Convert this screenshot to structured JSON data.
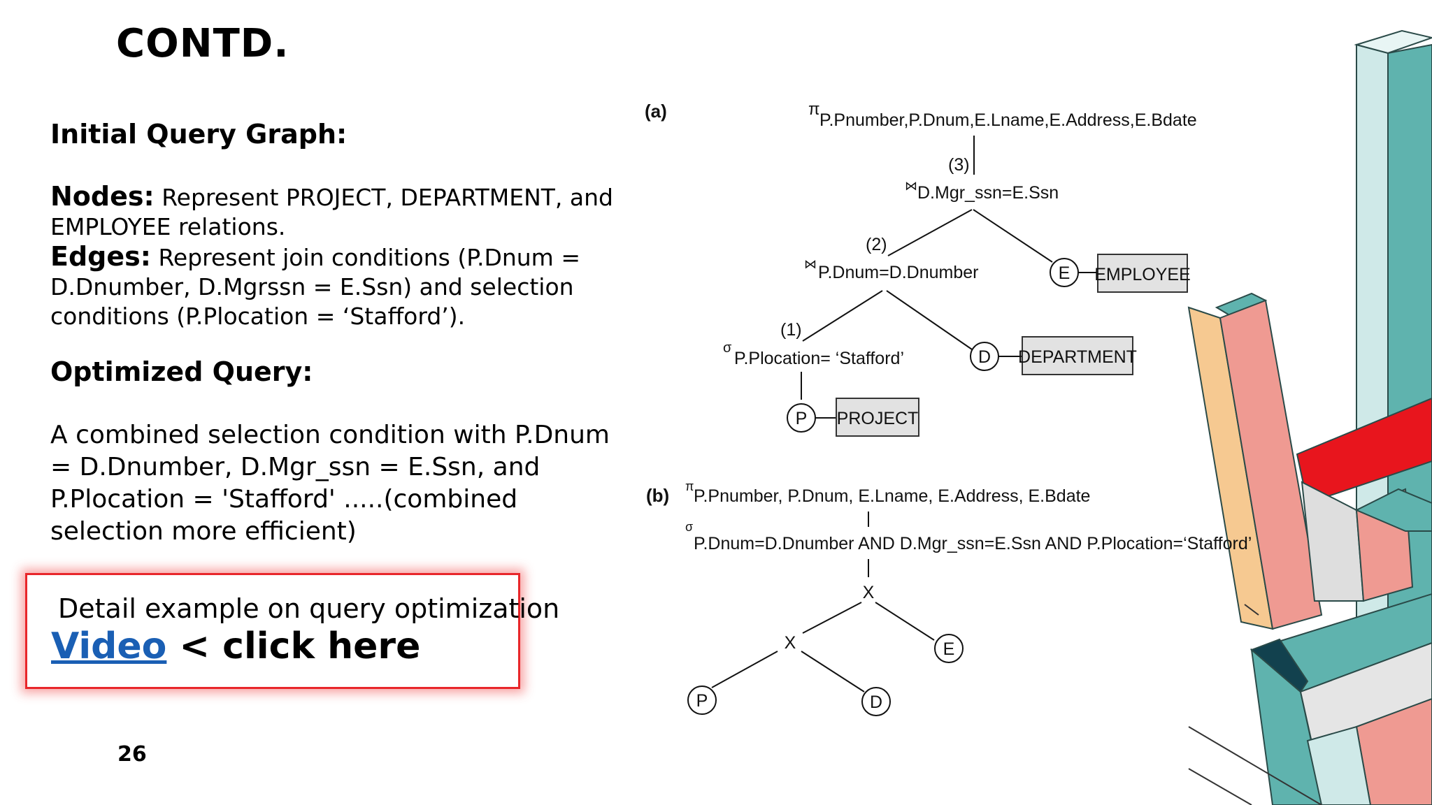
{
  "slide": {
    "title": "CONTD.",
    "page_number": "26"
  },
  "left": {
    "initial_heading": "Initial Query Graph:",
    "nodes_label": "Nodes:",
    "nodes_text": " Represent PROJECT, DEPARTMENT, and EMPLOYEE relations.",
    "edges_label": "Edges:",
    "edges_text": " Represent join conditions (P.Dnum = D.Dnumber, D.Mgrssn = E.Ssn) and selection conditions (P.Plocation = ‘Stafford’).",
    "optimized_heading": "Optimized Query:",
    "optimized_text": "A combined selection condition with P.Dnum = D.Dnumber, D.Mgr_ssn = E.Ssn, and P.Plocation = 'Stafford' .....(combined selection more efficient)"
  },
  "callout": {
    "line1": "Detail example on query optimization",
    "link_label": "Video",
    "suffix": " < click here"
  },
  "figure_a": {
    "label": "(a)",
    "pi_symbol": "π",
    "projection": "P.Pnumber,P.Dnum,E.Lname,E.Address,E.Bdate",
    "step3": "(3)",
    "join_symbol": "⋈",
    "join3": "D.Mgr_ssn=E.Ssn",
    "step2": "(2)",
    "join2": "P.Dnum=D.Dnumber",
    "step1": "(1)",
    "sigma_symbol": "σ",
    "select1": "P.Plocation= ‘Stafford’",
    "node_e": "E",
    "rel_e": "EMPLOYEE",
    "node_d": "D",
    "rel_d": "DEPARTMENT",
    "node_p": "P",
    "rel_p": "PROJECT"
  },
  "figure_b": {
    "label": "(b)",
    "pi_symbol": "π",
    "projection": "P.Pnumber, P.Dnum, E.Lname, E.Address, E.Bdate",
    "sigma_symbol": "σ",
    "selection": "P.Dnum=D.Dnumber AND D.Mgr_ssn=E.Ssn AND P.Plocation=‘Stafford’",
    "cross_top": "X",
    "cross_mid": "X",
    "node_e": "E",
    "node_p": "P",
    "node_d": "D"
  },
  "colors": {
    "callout_border": "#e8262a",
    "link": "#1a5fb4",
    "deco_teal": "#5fb3ae",
    "deco_light": "#cfe9e8",
    "deco_pink": "#ef9a92",
    "deco_peach": "#f6c991",
    "deco_red": "#e8151d"
  }
}
